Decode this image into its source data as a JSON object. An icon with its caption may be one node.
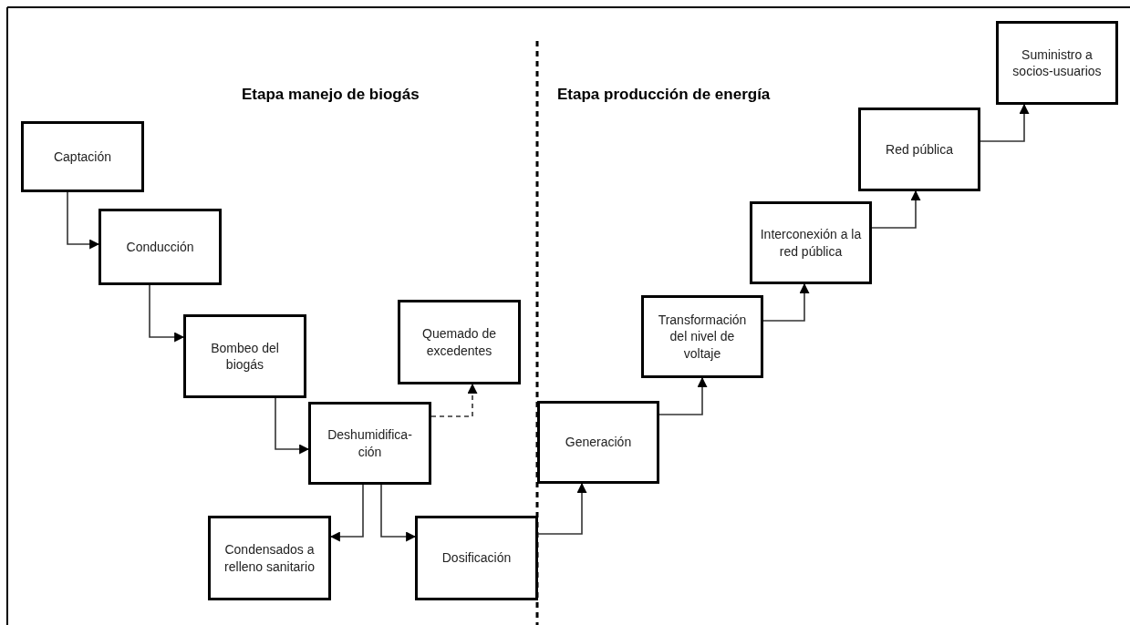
{
  "diagram": {
    "nodes": [
      {
        "text": [
          "Captación"
        ]
      },
      {
        "text": [
          "Conducción"
        ]
      },
      {
        "text": [
          "Bombeo del biogás"
        ]
      },
      {
        "text": [
          "Deshumidifica- ción"
        ]
      },
      {
        "text": [
          "Quemado de excedentes"
        ]
      },
      {
        "text": [
          "Condensados a relleno sanitario"
        ]
      },
      {
        "text": [
          "Dosificación"
        ]
      },
      {
        "text": [
          "Generación"
        ]
      },
      {
        "text": [
          "Transformación del nivel de voltaje"
        ]
      },
      {
        "text": [
          "Interconexión a la red pública"
        ]
      },
      {
        "text": [
          "Red pública"
        ]
      },
      {
        "text": [
          "Suministro a socios-usuarios"
        ]
      }
    ],
    "edges": [
      {
        "from": 0,
        "to": 1,
        "arrow": "to"
      },
      {
        "from": 1,
        "to": 2,
        "arrow": "to"
      },
      {
        "from": 2,
        "to": 3,
        "arrow": "to"
      },
      {
        "from": 3,
        "to": 4,
        "arrow": "to",
        "style": "dashed"
      },
      {
        "from": 3,
        "to": 5,
        "arrow": "to"
      },
      {
        "from": 3,
        "to": 6,
        "arrow": "to"
      },
      {
        "from": 6,
        "to": 7,
        "arrow": "to"
      },
      {
        "from": 7,
        "to": 8,
        "arrow": "to"
      },
      {
        "from": 8,
        "to": 9,
        "arrow": "to"
      },
      {
        "from": 9,
        "to": 10,
        "arrow": "to"
      },
      {
        "from": 10,
        "to": 11,
        "arrow": "to"
      }
    ],
    "labels": [
      "Etapa manejo de biogás",
      "Etapa producción de energía"
    ]
  }
}
